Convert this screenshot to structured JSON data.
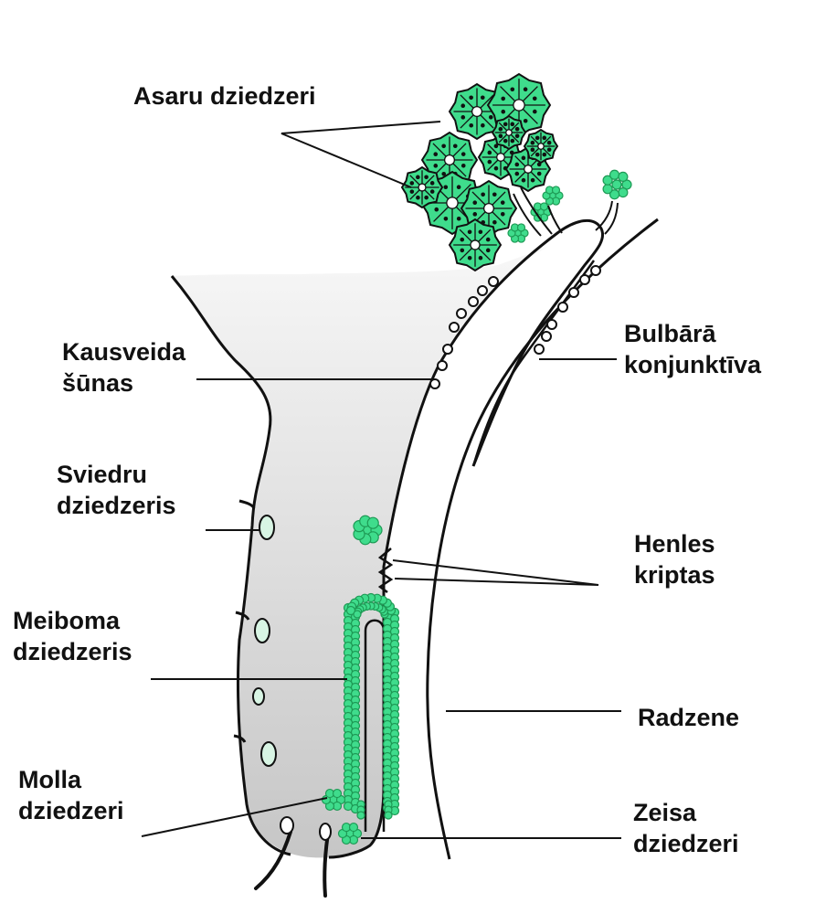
{
  "labels": {
    "asaru": [
      "Asaru dziedzeri"
    ],
    "kausveida": [
      "Kausveida",
      "šūnas"
    ],
    "sviedru": [
      "Sviedru",
      "dziedzeris"
    ],
    "meiboma": [
      "Meiboma",
      "dziedzeris"
    ],
    "molla": [
      "Molla",
      "dziedzeri"
    ],
    "bulbara": [
      "Bulbārā",
      "konjunktīva"
    ],
    "henles": [
      "Henles",
      "kriptas"
    ],
    "radzene": [
      "Radzene"
    ],
    "zeisa": [
      "Zeisa",
      "dziedzeri"
    ]
  },
  "colors": {
    "gland_fill": "#3fdc8c",
    "gland_dark": "#1e9a55",
    "gland_light": "#bff2d4",
    "outline": "#111111",
    "lid_top": "#f6f6f6",
    "lid_bottom": "#c8c8c8"
  }
}
